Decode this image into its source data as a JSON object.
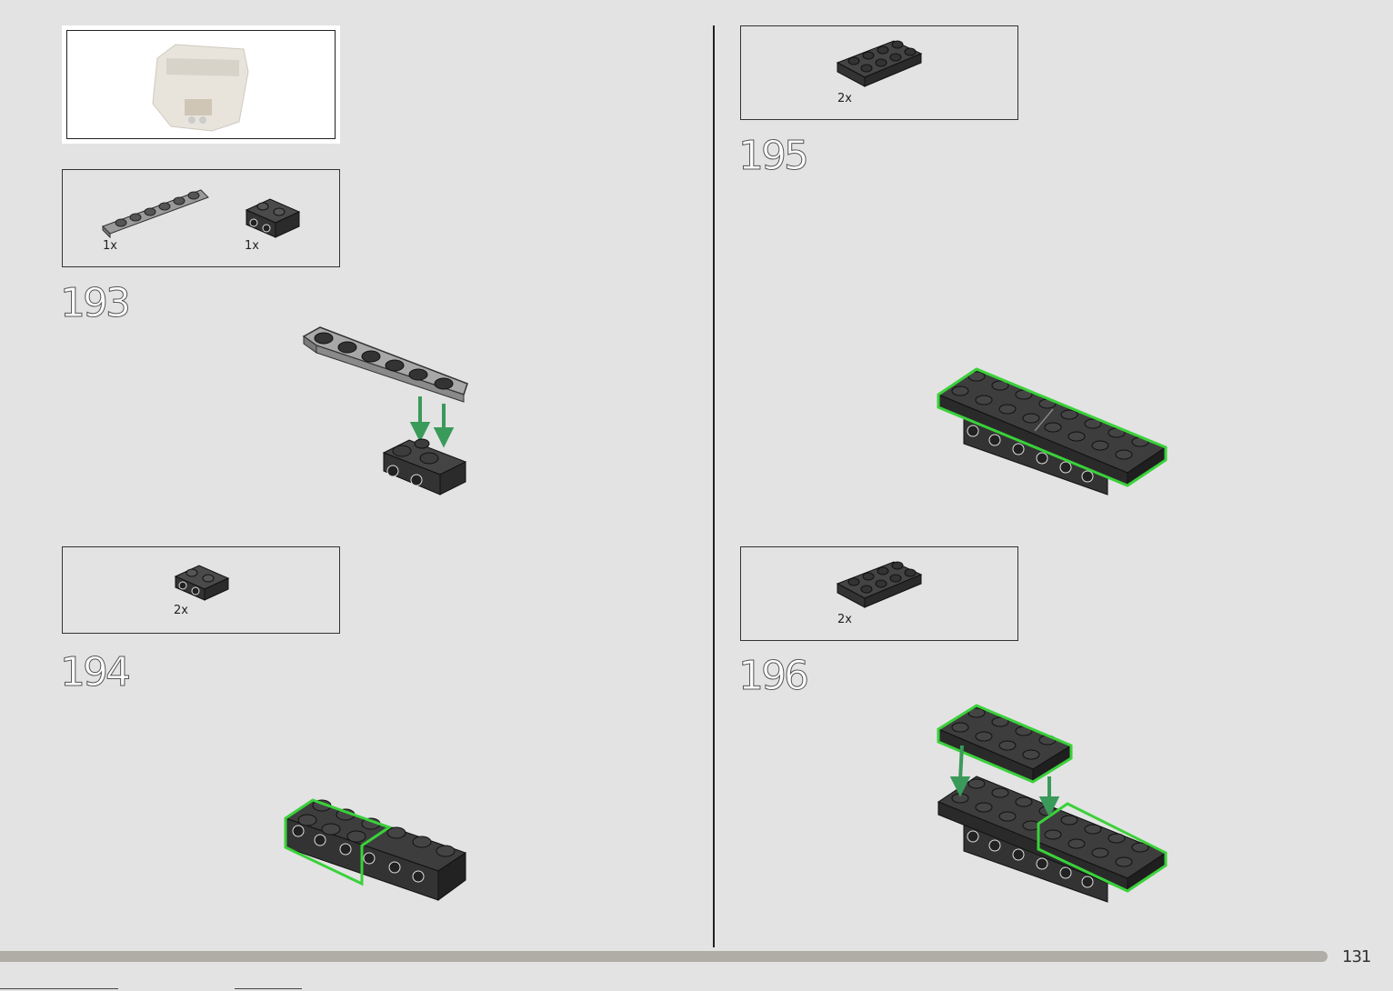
{
  "left_page": {
    "steps": [
      {
        "number": "193",
        "parts": [
          {
            "qty": "1x",
            "name": "1x6 light gray plate"
          },
          {
            "qty": "1x",
            "name": "dark bracket brick"
          }
        ]
      },
      {
        "number": "194",
        "parts": [
          {
            "qty": "2x",
            "name": "dark bracket brick"
          }
        ]
      }
    ]
  },
  "right_page": {
    "steps": [
      {
        "number": "195",
        "parts": [
          {
            "qty": "2x",
            "name": "2x4 dark plate"
          }
        ]
      },
      {
        "number": "196",
        "parts": [
          {
            "qty": "2x",
            "name": "2x4 dark plate"
          }
        ]
      }
    ]
  },
  "page_number": "131",
  "colors": {
    "page_bg": "#e3e3e3",
    "highlight": "#3ad13a",
    "arrow": "#3a9a5a",
    "dark_brick": "#3d3d3d",
    "light_plate": "#9a9a9a",
    "footer_bar": "#b0aca6"
  }
}
